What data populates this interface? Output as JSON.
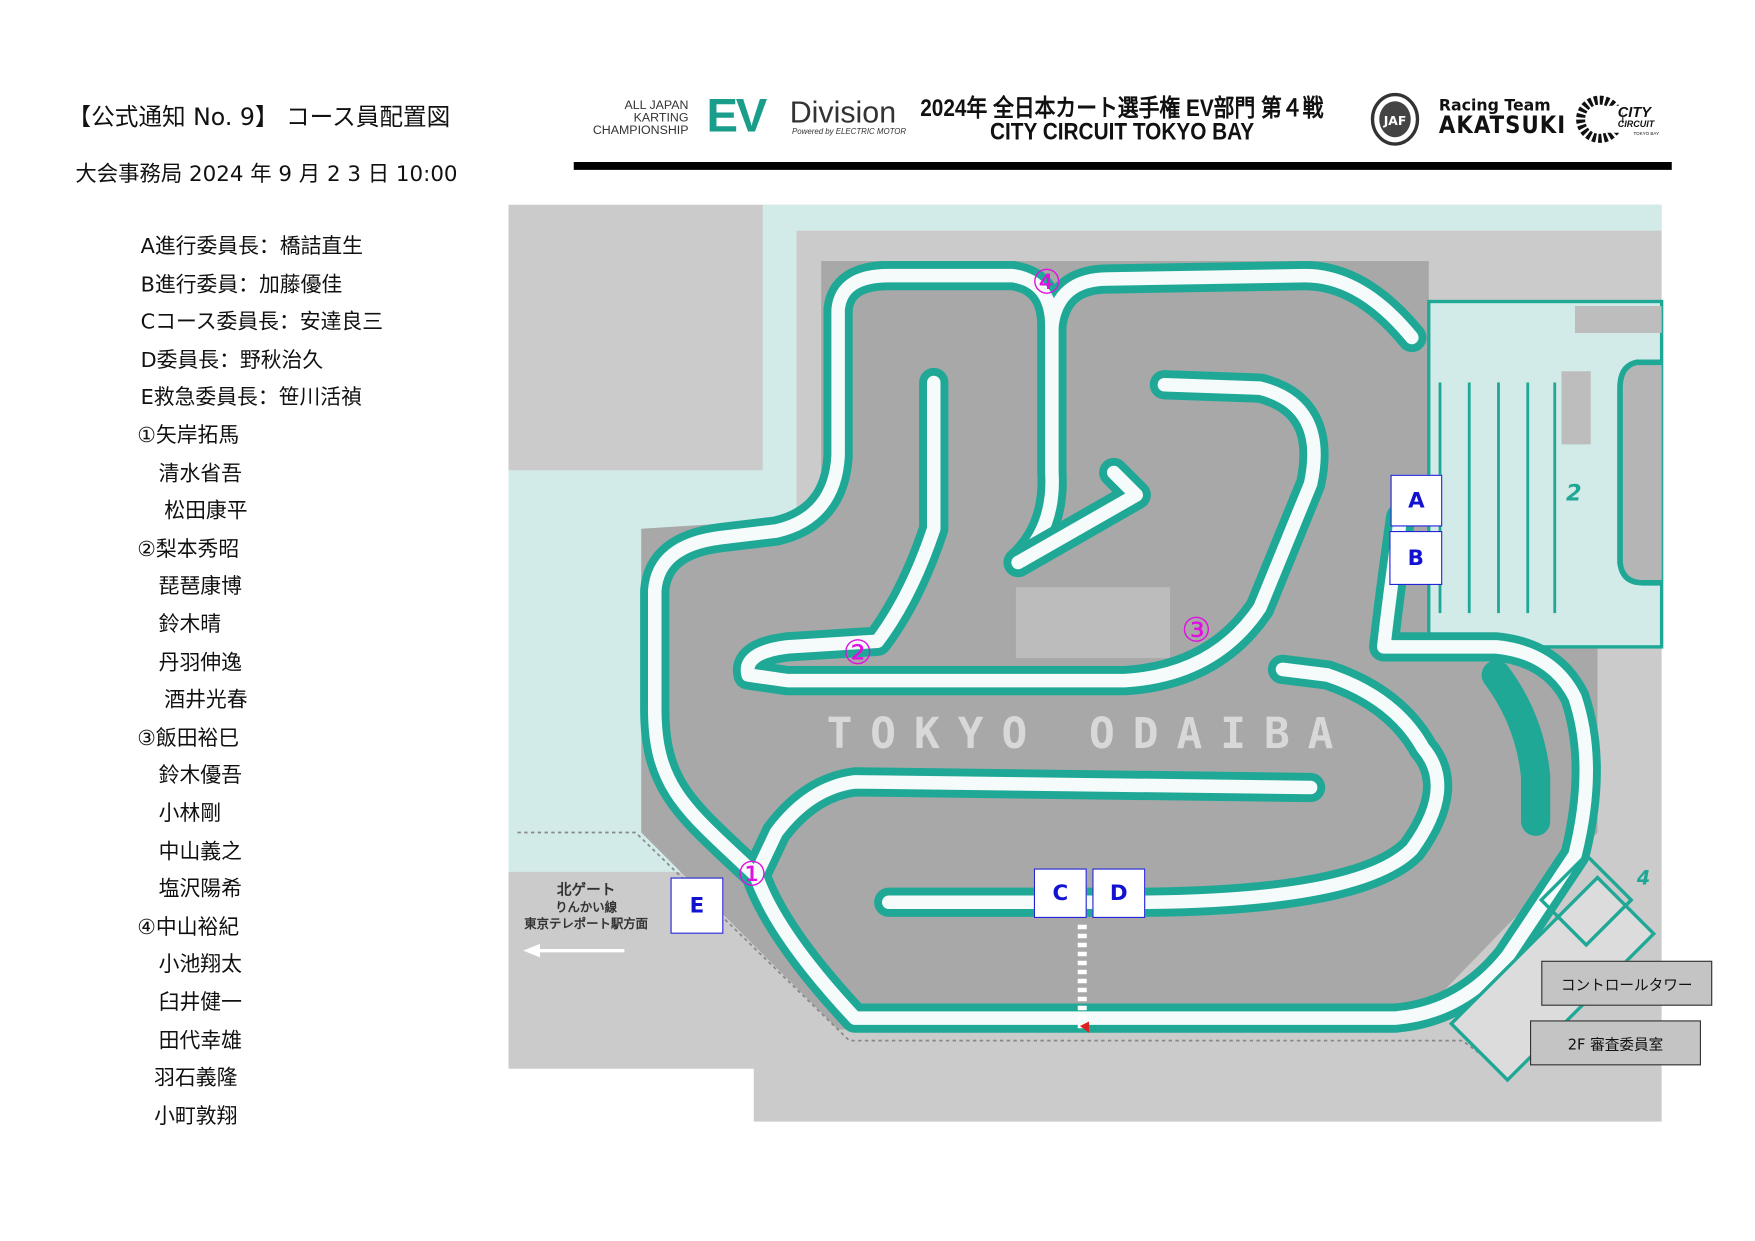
{
  "notice": {
    "title": "【公式通知 No. 9】 コース員配置図",
    "date_line": "大会事務局  2024 年 9 月 2 3 日 10:00"
  },
  "staff": [
    {
      "text": "A進行委員長：橋詰直生",
      "indent": 0
    },
    {
      "text": "B進行委員：加藤優佳",
      "indent": 0
    },
    {
      "text": "Cコース委員長：安達良三",
      "indent": 0
    },
    {
      "text": "D委員長：野秋治久",
      "indent": 0
    },
    {
      "text": "E救急委員長：笹川活禎",
      "indent": 0
    },
    {
      "text": "①矢岸拓馬",
      "indent": 0
    },
    {
      "text": "清水省吾",
      "indent": 1
    },
    {
      "text": "松田康平",
      "indent": 2
    },
    {
      "text": "②梨本秀昭",
      "indent": 0
    },
    {
      "text": "琵琶康博",
      "indent": 1
    },
    {
      "text": "鈴木晴",
      "indent": 1
    },
    {
      "text": "丹羽伸逸",
      "indent": 1
    },
    {
      "text": "酒井光春",
      "indent": 2
    },
    {
      "text": "③飯田裕巳",
      "indent": 0
    },
    {
      "text": "鈴木優吾",
      "indent": 1
    },
    {
      "text": "小林剛",
      "indent": 1
    },
    {
      "text": "中山義之",
      "indent": 1
    },
    {
      "text": "塩沢陽希",
      "indent": 1
    },
    {
      "text": "④中山裕紀",
      "indent": 0
    },
    {
      "text": "小池翔太",
      "indent": 1
    },
    {
      "text": "臼井健一",
      "indent": 1
    },
    {
      "text": "田代幸雄",
      "indent": 1
    },
    {
      "text": "羽石義隆",
      "indent": 3
    },
    {
      "text": "小町敦翔",
      "indent": 3
    }
  ],
  "header": {
    "ev_logo": {
      "line1": "ALL JAPAN",
      "line2": "KARTING",
      "line3": "CHAMPIONSHIP",
      "ev": "EV",
      "division": "Division",
      "powered": "Powered by ELECTRIC MOTOR"
    },
    "event_title_1": "2024年 全日本カート選手権 EV部門 第４戦",
    "event_title_2": "CITY CIRCUIT TOKYO BAY",
    "jaf_logo": "JAF",
    "team_logo": {
      "line1": "Racing Team",
      "line2": "AKATSUKI"
    },
    "circuit_logo": {
      "line1": "CITY",
      "line2": "CIRCUIT",
      "line3": "TOKYO BAY"
    }
  },
  "map": {
    "colors": {
      "track_edge": "#1fa896",
      "paved": "#a8a8a8",
      "ground": "#cbcbcb",
      "grass": "#d3ebe8",
      "post_label": "#e010e0",
      "marker": "#1212d0"
    },
    "track_name": "TOKYO ODAIBA",
    "posts": [
      "①",
      "②",
      "③",
      "④"
    ],
    "markers": [
      "A",
      "B",
      "C",
      "D",
      "E"
    ],
    "gate": {
      "line1": "北ゲート",
      "line2": "りんかい線",
      "line3": "東京テレポート駅方面"
    },
    "pit_number": "2",
    "corner_number": "4",
    "buildings": {
      "control_tower": "コントロールタワー",
      "stewards_room": "2F 審査委員室"
    }
  }
}
